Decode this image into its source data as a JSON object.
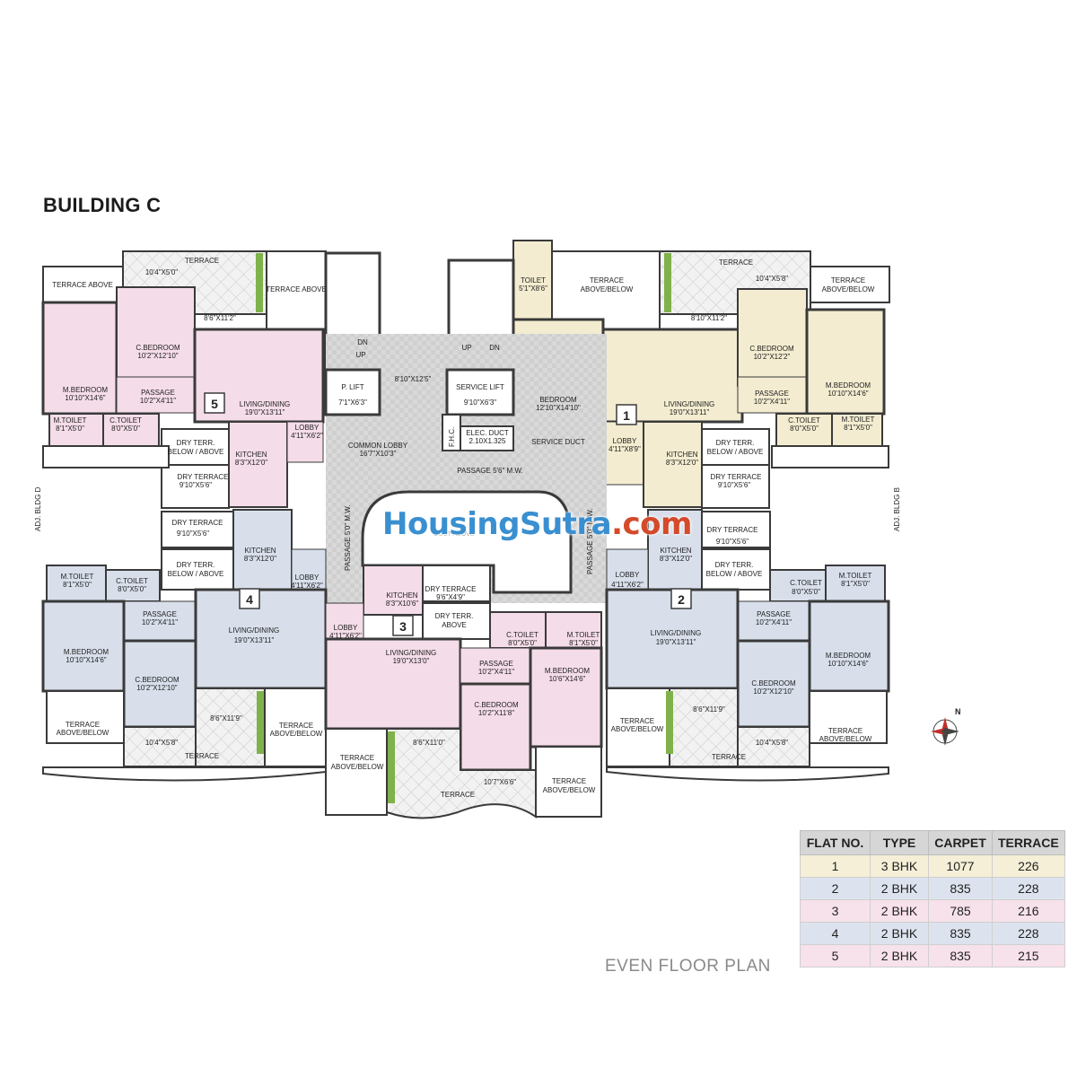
{
  "building_title": "BUILDING C",
  "floor_plan_caption": "EVEN FLOOR PLAN",
  "watermark": {
    "part1": "HousingSutra",
    "part2": ".com"
  },
  "compass": {
    "label": "N"
  },
  "side_labels": {
    "left": "ADJ. BLDG D",
    "right": "ADJ. BLDG B"
  },
  "core": {
    "common_lobby": "COMMON LOBBY",
    "common_lobby_size": "16'7\"X10'3\"",
    "lobby_top_size": "8'10\"X12'5\"",
    "p_lift": "P. LIFT",
    "p_lift_size": "7'1\"X6'3\"",
    "service_lift": "SERVICE LIFT",
    "service_lift_size": "9'10\"X6'3\"",
    "fhc": "F.H.C.",
    "elec_duct": "ELEC. DUCT",
    "elec_duct_size": "2.10X1.325",
    "service_duct": "SERVICE DUCT",
    "passage_top": "PASSAGE 5'6\" M.W.",
    "passage_left": "PASSAGE 5'0\" M.W.",
    "passage_right": "PASSAGE 5'0\" M.W.",
    "duct_above": "DUCT ABOVE",
    "up": "UP",
    "dn": "DN"
  },
  "flats": {
    "f5": {
      "number": "5",
      "terrace_above": "TERRACE ABOVE",
      "terrace": "TERRACE",
      "terrace_size": "10'4\"X5'0\"",
      "terrace_size2": "8'6\"X11'2\"",
      "terrace_above2": "TERRACE ABOVE",
      "m_bedroom": "M.BEDROOM",
      "m_bedroom_size": "10'10\"X14'6\"",
      "c_bedroom": "C.BEDROOM",
      "c_bedroom_size": "10'2\"X12'10\"",
      "passage": "PASSAGE",
      "passage_size": "10'2\"X4'11\"",
      "living": "LIVING/DINING",
      "living_size": "19'0\"X13'11\"",
      "m_toilet": "M.TOILET",
      "m_toilet_size": "8'1\"X5'0\"",
      "c_toilet": "C.TOILET",
      "c_toilet_size": "8'0\"X5'0\"",
      "dry_terr": "DRY TERR.",
      "dry_terr_below": "BELOW / ABOVE",
      "kitchen": "KITCHEN",
      "kitchen_size": "8'3\"X12'0\"",
      "lobby": "LOBBY",
      "lobby_size": "4'11\"X6'2\"",
      "dry_terrace": "DRY TERRACE",
      "dry_terrace_size": "9'10\"X5'6\""
    },
    "f1": {
      "number": "1",
      "toilet": "TOILET",
      "toilet_size": "5'1\"X8'6\"",
      "terrace_ab": "TERRACE",
      "terrace_ab2": "ABOVE/BELOW",
      "terrace": "TERRACE",
      "terrace_size": "10'4\"X5'8\"",
      "terrace_size2": "8'10\"X11'2\"",
      "terrace_ab_r": "TERRACE",
      "terrace_ab_r2": "ABOVE/BELOW",
      "bedroom": "BEDROOM",
      "bedroom_size": "12'10\"X14'10\"",
      "living": "LIVING/DINING",
      "living_size": "19'0\"X13'11\"",
      "c_bedroom": "C.BEDROOM",
      "c_bedroom_size": "10'2\"X12'2\"",
      "m_bedroom": "M.BEDROOM",
      "m_bedroom_size": "10'10\"X14'6\"",
      "passage": "PASSAGE",
      "passage_size": "10'2\"X4'11\"",
      "c_toilet": "C.TOILET",
      "c_toilet_size": "8'0\"X5'0\"",
      "m_toilet": "M.TOILET",
      "m_toilet_size": "8'1\"X5'0\"",
      "lobby": "LOBBY",
      "lobby_size": "4'11\"X8'9\"",
      "kitchen": "KITCHEN",
      "kitchen_size": "8'3\"X12'0\"",
      "dry_terr": "DRY TERR.",
      "dry_terr_below": "BELOW / ABOVE",
      "dry_terrace": "DRY TERRACE",
      "dry_terrace_size": "9'10\"X5'6\""
    },
    "f4": {
      "number": "4",
      "dry_terrace": "DRY TERRACE",
      "dry_terrace_size": "9'10\"X5'6\"",
      "kitchen": "KITCHEN",
      "kitchen_size": "8'3\"X12'0\"",
      "dry_terr": "DRY TERR.",
      "dry_terr_below": "BELOW / ABOVE",
      "lobby": "LOBBY",
      "lobby_size": "4'11\"X6'2\"",
      "m_toilet": "M.TOILET",
      "m_toilet_size": "8'1\"X5'0\"",
      "c_toilet": "C.TOILET",
      "c_toilet_size": "8'0\"X5'0\"",
      "passage": "PASSAGE",
      "passage_size": "10'2\"X4'11\"",
      "living": "LIVING/DINING",
      "living_size": "19'0\"X13'11\"",
      "m_bedroom": "M.BEDROOM",
      "m_bedroom_size": "10'10\"X14'6\"",
      "c_bedroom": "C.BEDROOM",
      "c_bedroom_size": "10'2\"X12'10\"",
      "terrace_ab": "TERRACE",
      "terrace_ab2": "ABOVE/BELOW",
      "terrace_ab_r": "TERRACE",
      "terrace_ab_r2": "ABOVE/BELOW",
      "terrace": "TERRACE",
      "terrace_size": "10'4\"X5'8\"",
      "terrace_size2": "8'6\"X11'9\""
    },
    "f2": {
      "number": "2",
      "dry_terrace": "DRY TERRACE",
      "dry_terrace_size": "9'10\"X5'6\"",
      "kitchen": "KITCHEN",
      "kitchen_size": "8'3\"X12'0\"",
      "dry_terr": "DRY TERR.",
      "dry_terr_below": "BELOW / ABOVE",
      "lobby": "LOBBY",
      "lobby_size": "4'11\"X6'2\"",
      "c_toilet": "C.TOILET",
      "c_toilet_size": "8'0\"X5'0\"",
      "m_toilet": "M.TOILET",
      "m_toilet_size": "8'1\"X5'0\"",
      "passage": "PASSAGE",
      "passage_size": "10'2\"X4'11\"",
      "living": "LIVING/DINING",
      "living_size": "19'0\"X13'11\"",
      "m_bedroom": "M.BEDROOM",
      "m_bedroom_size": "10'10\"X14'6\"",
      "c_bedroom": "C.BEDROOM",
      "c_bedroom_size": "10'2\"X12'10\"",
      "terrace_ab": "TERRACE",
      "terrace_ab2": "ABOVE/BELOW",
      "terrace_ab_r": "TERRACE",
      "terrace_ab_r2": "ABOVE/BELOW",
      "terrace": "TERRACE",
      "terrace_size": "10'4\"X5'8\"",
      "terrace_size2": "8'6\"X11'9\""
    },
    "f3": {
      "number": "3",
      "kitchen": "KITCHEN",
      "kitchen_size": "8'3\"X10'6\"",
      "dry_terrace": "DRY TERRACE",
      "dry_terrace_size": "9'6\"X4'9\"",
      "dry_terr": "DRY TERR.",
      "dry_terr_above": "ABOVE",
      "lobby": "LOBBY",
      "lobby_size": "4'11\"X6'2\"",
      "living": "LIVING/DINING",
      "living_size": "19'0\"X13'0\"",
      "c_toilet": "C.TOILET",
      "c_toilet_size": "8'0\"X5'0\"",
      "m_toilet": "M.TOILET",
      "m_toilet_size": "8'1\"X5'0\"",
      "passage": "PASSAGE",
      "passage_size": "10'2\"X4'11\"",
      "m_bedroom": "M.BEDROOM",
      "m_bedroom_size": "10'6\"X14'6\"",
      "c_bedroom": "C.BEDROOM",
      "c_bedroom_size": "10'2\"X11'8\"",
      "terrace_ab": "TERRACE",
      "terrace_ab2": "ABOVE/BELOW",
      "terrace_ab_r": "TERRACE",
      "terrace_ab_r2": "ABOVE/BELOW",
      "terrace": "TERRACE",
      "terrace_size": "10'7\"X6'6\"",
      "terrace_size2": "8'6\"X11'0\""
    }
  },
  "area_table": {
    "headers": [
      "FLAT NO.",
      "TYPE",
      "CARPET",
      "TERRACE"
    ],
    "rows": [
      {
        "flat": "1",
        "type": "3 BHK",
        "carpet": "1077",
        "terrace": "226",
        "color": "#f4efd6"
      },
      {
        "flat": "2",
        "type": "2 BHK",
        "carpet": "835",
        "terrace": "228",
        "color": "#dde3ee"
      },
      {
        "flat": "3",
        "type": "2 BHK",
        "carpet": "785",
        "terrace": "216",
        "color": "#f7e1ea"
      },
      {
        "flat": "4",
        "type": "2 BHK",
        "carpet": "835",
        "terrace": "228",
        "color": "#dde3ee"
      },
      {
        "flat": "5",
        "type": "2 BHK",
        "carpet": "835",
        "terrace": "215",
        "color": "#f7e1ea"
      }
    ]
  },
  "colors": {
    "pink_flat": "#f4dce8",
    "yellow_flat": "#f3ecd0",
    "blue_flat": "#d8dfeb",
    "core_grey": "#dcdcdc",
    "wall": "#3a3a3a",
    "terrace_hatch": "#cfcfcf"
  }
}
